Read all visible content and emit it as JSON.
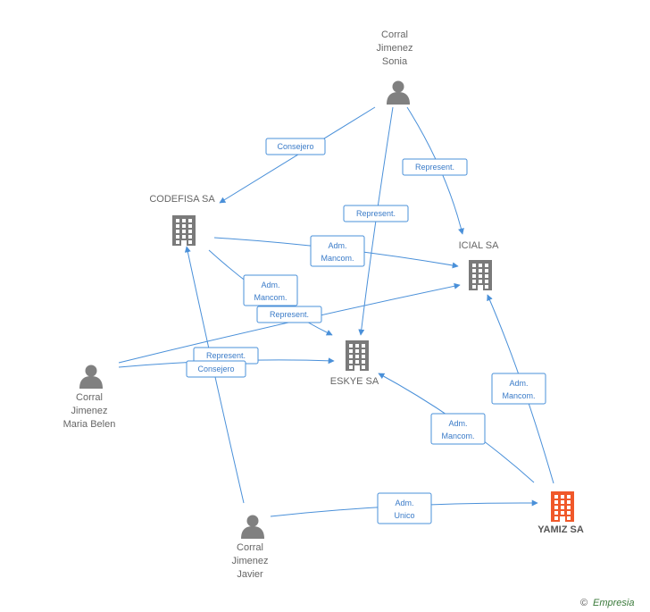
{
  "colors": {
    "edge": "#4a90d9",
    "person": "#808080",
    "company": "#7a7a7a",
    "focus_company": "#f0582a",
    "brand": "#f0a000"
  },
  "nodes": {
    "sonia": {
      "type": "person",
      "label": [
        "Corral",
        "Jimenez",
        "Sonia"
      ],
      "icon": "person-icon"
    },
    "codefisa": {
      "type": "company",
      "label": [
        "CODEFISA SA"
      ],
      "icon": "building-icon"
    },
    "icial": {
      "type": "company",
      "label": [
        "ICIAL SA"
      ],
      "icon": "building-icon"
    },
    "eskye": {
      "type": "company",
      "label": [
        "ESKYE SA"
      ],
      "icon": "building-icon"
    },
    "maria": {
      "type": "person",
      "label": [
        "Corral",
        "Jimenez",
        "Maria Belen"
      ],
      "icon": "person-icon"
    },
    "javier": {
      "type": "person",
      "label": [
        "Corral",
        "Jimenez",
        "Javier"
      ],
      "icon": "person-icon"
    },
    "yamiz": {
      "type": "company",
      "label": [
        "YAMIZ SA"
      ],
      "icon": "building-icon",
      "focus": true
    }
  },
  "edges": [
    {
      "from": "sonia",
      "to": "codefisa",
      "label": [
        "Consejero"
      ]
    },
    {
      "from": "sonia",
      "to": "icial",
      "label": [
        "Represent."
      ]
    },
    {
      "from": "sonia",
      "to": "eskye",
      "label": [
        "Represent."
      ]
    },
    {
      "from": "codefisa",
      "to": "icial",
      "label": [
        "Adm.",
        "Mancom."
      ]
    },
    {
      "from": "codefisa",
      "to": "eskye",
      "label": [
        "Adm.",
        "Mancom."
      ]
    },
    {
      "from": "maria",
      "to": "icial",
      "label": [
        "Represent."
      ]
    },
    {
      "from": "maria",
      "to": "eskye",
      "label": [
        "Represent."
      ]
    },
    {
      "from": "javier",
      "to": "codefisa",
      "label": [
        "Consejero"
      ]
    },
    {
      "from": "javier",
      "to": "yamiz",
      "label": [
        "Adm.",
        "Unico"
      ]
    },
    {
      "from": "yamiz",
      "to": "icial",
      "label": [
        "Adm.",
        "Mancom."
      ]
    },
    {
      "from": "yamiz",
      "to": "eskye",
      "label": [
        "Adm.",
        "Mancom."
      ]
    }
  ],
  "footer": {
    "copyright": "©",
    "brand": "Empresia"
  }
}
